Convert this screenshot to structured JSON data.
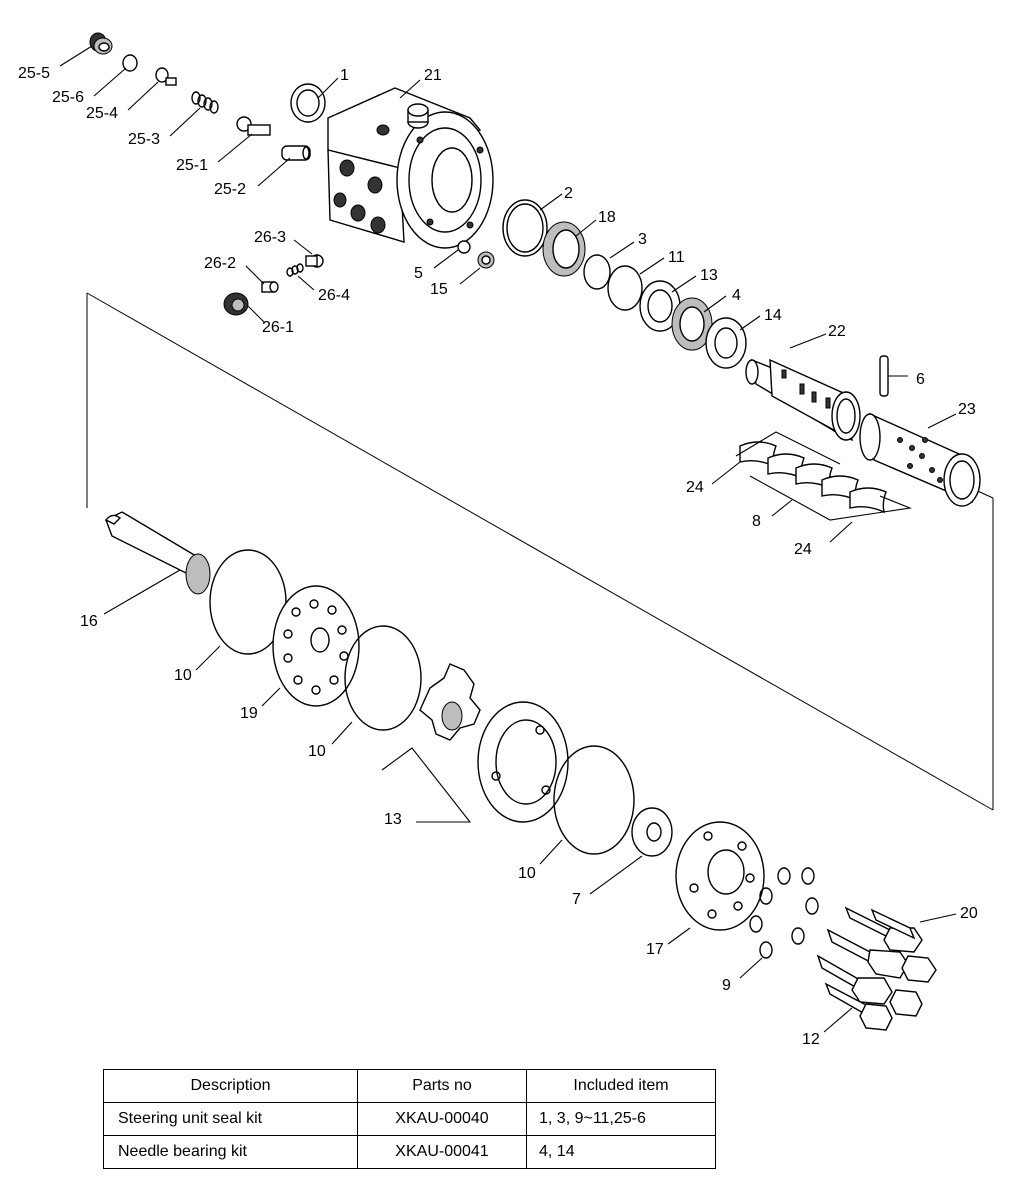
{
  "diagram": {
    "callouts": {
      "p1": "1",
      "p21": "21",
      "p25_5": "25-5",
      "p25_6": "25-6",
      "p25_4": "25-4",
      "p25_3": "25-3",
      "p25_1": "25-1",
      "p25_2": "25-2",
      "p26_3": "26-3",
      "p26_2": "26-2",
      "p26_4": "26-4",
      "p26_1": "26-1",
      "p5": "5",
      "p15": "15",
      "p2": "2",
      "p18": "18",
      "p3": "3",
      "p11": "11",
      "p13a": "13",
      "p4": "4",
      "p14": "14",
      "p22": "22",
      "p6": "6",
      "p23": "23",
      "p24a": "24",
      "p8": "8",
      "p24b": "24",
      "p16": "16",
      "p10a": "10",
      "p19": "19",
      "p10b": "10",
      "p13b": "13",
      "p10c": "10",
      "p7": "7",
      "p17": "17",
      "p9": "9",
      "p20": "20",
      "p12": "12"
    }
  },
  "table": {
    "headers": [
      "Description",
      "Parts no",
      "Included item"
    ],
    "rows": [
      [
        "Steering unit seal kit",
        "XKAU-00040",
        "1, 3, 9~11,25-6"
      ],
      [
        "Needle bearing kit",
        "XKAU-00041",
        "4, 14"
      ]
    ]
  }
}
